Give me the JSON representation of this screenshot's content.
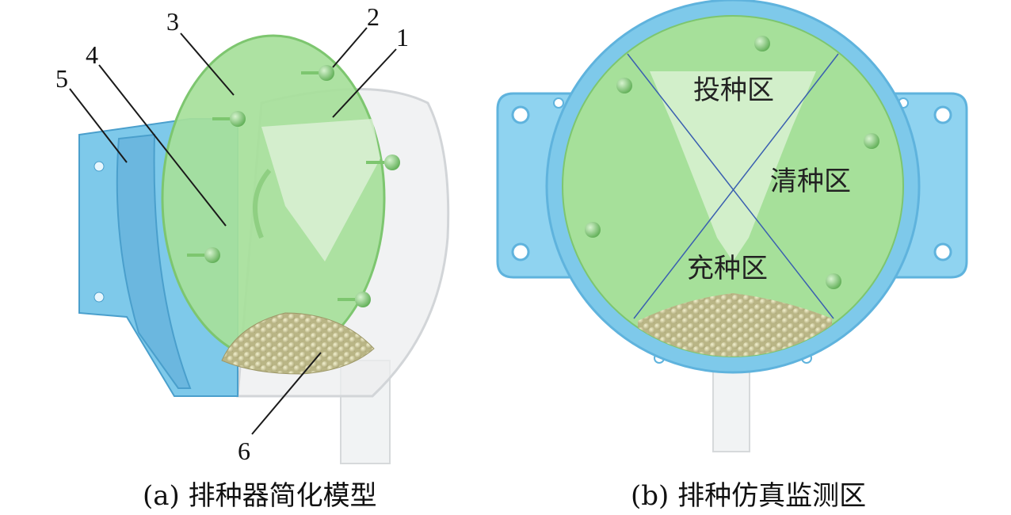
{
  "panel_a": {
    "labels": {
      "l1": "1",
      "l2": "2",
      "l3": "3",
      "l4": "4",
      "l5": "5",
      "l6": "6"
    },
    "caption": "(a) 排种器简化模型"
  },
  "panel_b": {
    "zones": {
      "drop": "投种区",
      "clean": "清种区",
      "fill": "充种区"
    },
    "caption": "(b) 排种仿真监测区"
  },
  "colors": {
    "housing_blue": "#7ec9ea",
    "disc_green": "#9bdc8e",
    "seed": "#d9d6a6",
    "line": "#1a1a1a"
  }
}
